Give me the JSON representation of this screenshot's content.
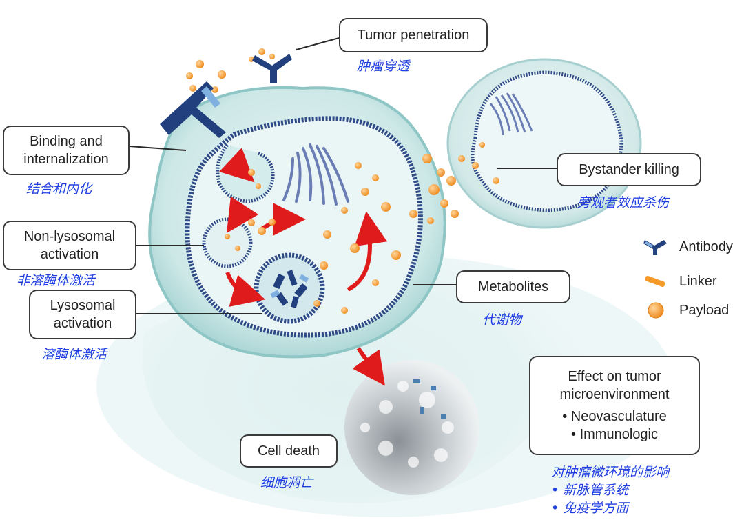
{
  "labels": {
    "tumor_penetration": "Tumor penetration",
    "tumor_penetration_cn": "肿瘤穿透",
    "binding_line1": "Binding and",
    "binding_line2": "internalization",
    "binding_cn": "结合和内化",
    "nonlyso_line1": "Non-lysosomal",
    "nonlyso_line2": "activation",
    "nonlyso_cn": "非溶酶体激活",
    "lyso_line1": "Lysosomal",
    "lyso_line2": "activation",
    "lyso_cn": "溶酶体激活",
    "bystander": "Bystander killing",
    "bystander_cn": "旁观者效应杀伤",
    "metabolites": "Metabolites",
    "metabolites_cn": "代谢物",
    "cell_death": "Cell death",
    "cell_death_cn": "细胞凋亡",
    "effect_line1": "Effect on tumor",
    "effect_line2": "microenvironment",
    "effect_bullet1": "• Neovasculature",
    "effect_bullet2": "• Immunologic",
    "effect_cn_title": "对肿瘤微环境的影响",
    "effect_cn_b1": "•   新脉管系统",
    "effect_cn_b2": "•   免疫学方面"
  },
  "legend": [
    {
      "icon": "antibody-icon",
      "label": "Antibody"
    },
    {
      "icon": "linker-icon",
      "label": "Linker"
    },
    {
      "icon": "payload-icon",
      "label": "Payload"
    }
  ],
  "colors": {
    "cell_fill": "#b9dedd",
    "membrane": "#2f4a86",
    "nucleus_fill": "#e6f3f3",
    "payload": "#f39a2a",
    "arrow": "#e01b1b",
    "antibody": "#22407d",
    "label_cn": "#1f3fe0"
  }
}
